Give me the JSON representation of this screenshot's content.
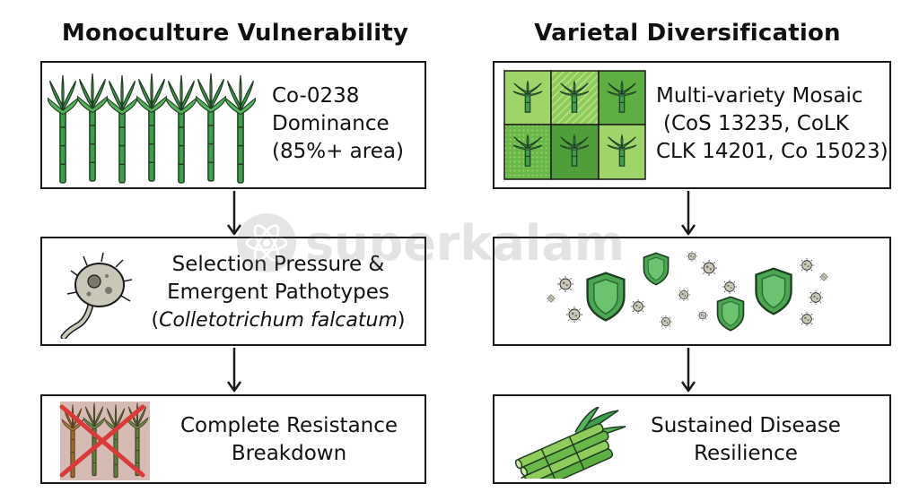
{
  "left": {
    "title": "Monoculture Vulnerability",
    "box1": {
      "lines": [
        "Co-0238",
        "Dominance",
        "(85%+ area)"
      ],
      "icon": "sugarcane-row-icon"
    },
    "box2": {
      "lines": [
        "Selection Pressure &",
        "Emergent Pathotypes"
      ],
      "italic_line": "Colletotrichum falcatum",
      "icon": "pathogen-spore-icon"
    },
    "box3": {
      "lines": [
        "Complete Resistance",
        "Breakdown"
      ],
      "icon": "crossed-sugarcane-icon"
    }
  },
  "right": {
    "title": "Varietal Diversification",
    "box1": {
      "lines": [
        "Multi-variety Mosaic",
        "(CoS 13235, CoLK",
        "CLK 14201, Co 15023)"
      ],
      "icon": "variety-mosaic-icon"
    },
    "box2": {
      "icon": "shields-and-pathogens-icon"
    },
    "box3": {
      "lines": [
        "Sustained Disease",
        "Resilience"
      ],
      "icon": "sugarcane-bundle-icon"
    }
  },
  "watermark": "superkalam",
  "colors": {
    "cane_green": "#3f9e4a",
    "dark_green": "#2d6e33",
    "shield_green": "#4aa653",
    "cross_red": "#d93b3b",
    "mosaic_light": "#9fd46b",
    "mosaic_dark": "#5fae42"
  }
}
